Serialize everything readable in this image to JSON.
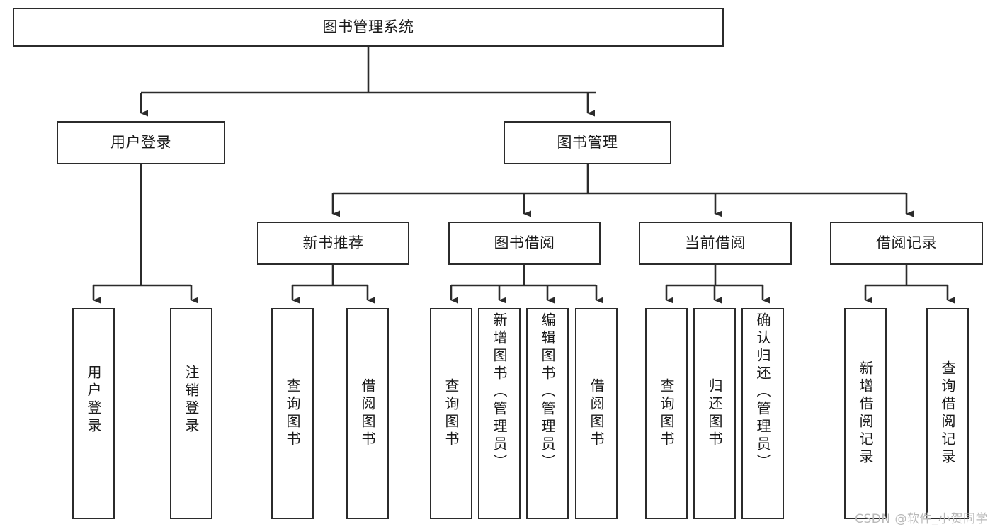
{
  "diagram": {
    "title": "图书管理系统",
    "type": "tree",
    "root": {
      "id": "root",
      "label": "图书管理系统"
    },
    "level2": [
      {
        "id": "user-login",
        "label": "用户登录"
      },
      {
        "id": "book-manage",
        "label": "图书管理"
      }
    ],
    "level3": [
      {
        "id": "new-book-rec",
        "label": "新书推荐",
        "parent": "book-manage"
      },
      {
        "id": "book-borrow",
        "label": "图书借阅",
        "parent": "book-manage"
      },
      {
        "id": "current-borrow",
        "label": "当前借阅",
        "parent": "book-manage"
      },
      {
        "id": "borrow-record",
        "label": "借阅记录",
        "parent": "book-manage"
      }
    ],
    "leaves": [
      {
        "id": "leaf-user-login",
        "label": "用户登录",
        "parent": "user-login",
        "align": "bottom"
      },
      {
        "id": "leaf-logout-login",
        "label": "注销登录",
        "parent": "user-login",
        "align": "bottom"
      },
      {
        "id": "leaf-query-book-1",
        "label": "查询图书",
        "parent": "new-book-rec",
        "align": "middle"
      },
      {
        "id": "leaf-borrow-book-1",
        "label": "借阅图书",
        "parent": "new-book-rec",
        "align": "middle"
      },
      {
        "id": "leaf-query-book-2",
        "label": "查询图书",
        "parent": "book-borrow",
        "align": "middle"
      },
      {
        "id": "leaf-add-book-admin",
        "label": "新增图书（管理员）",
        "parent": "book-borrow",
        "align": "top"
      },
      {
        "id": "leaf-edit-book-admin",
        "label": "编辑图书（管理员）",
        "parent": "book-borrow",
        "align": "top"
      },
      {
        "id": "leaf-borrow-book-2",
        "label": "借阅图书",
        "parent": "book-borrow",
        "align": "middle"
      },
      {
        "id": "leaf-query-book-3",
        "label": "查询图书",
        "parent": "current-borrow",
        "align": "middle"
      },
      {
        "id": "leaf-return-book",
        "label": "归还图书",
        "parent": "current-borrow",
        "align": "middle"
      },
      {
        "id": "leaf-confirm-return-admin",
        "label": "确认归还（管理员）",
        "parent": "current-borrow",
        "align": "top"
      },
      {
        "id": "leaf-add-borrow-record",
        "label": "新增借阅记录",
        "parent": "borrow-record",
        "align": "middle"
      },
      {
        "id": "leaf-query-borrow-record",
        "label": "查询借阅记录",
        "parent": "borrow-record",
        "align": "middle"
      }
    ]
  },
  "watermark": {
    "text": "CSDN @软件_小贺同学"
  },
  "colors": {
    "border": "#2b2b2b",
    "box_fill": "#ffffff",
    "text": "#1a1a1a",
    "edge": "#2b2b2b",
    "watermark": "#b9b9b9",
    "background": "#ffffff"
  }
}
